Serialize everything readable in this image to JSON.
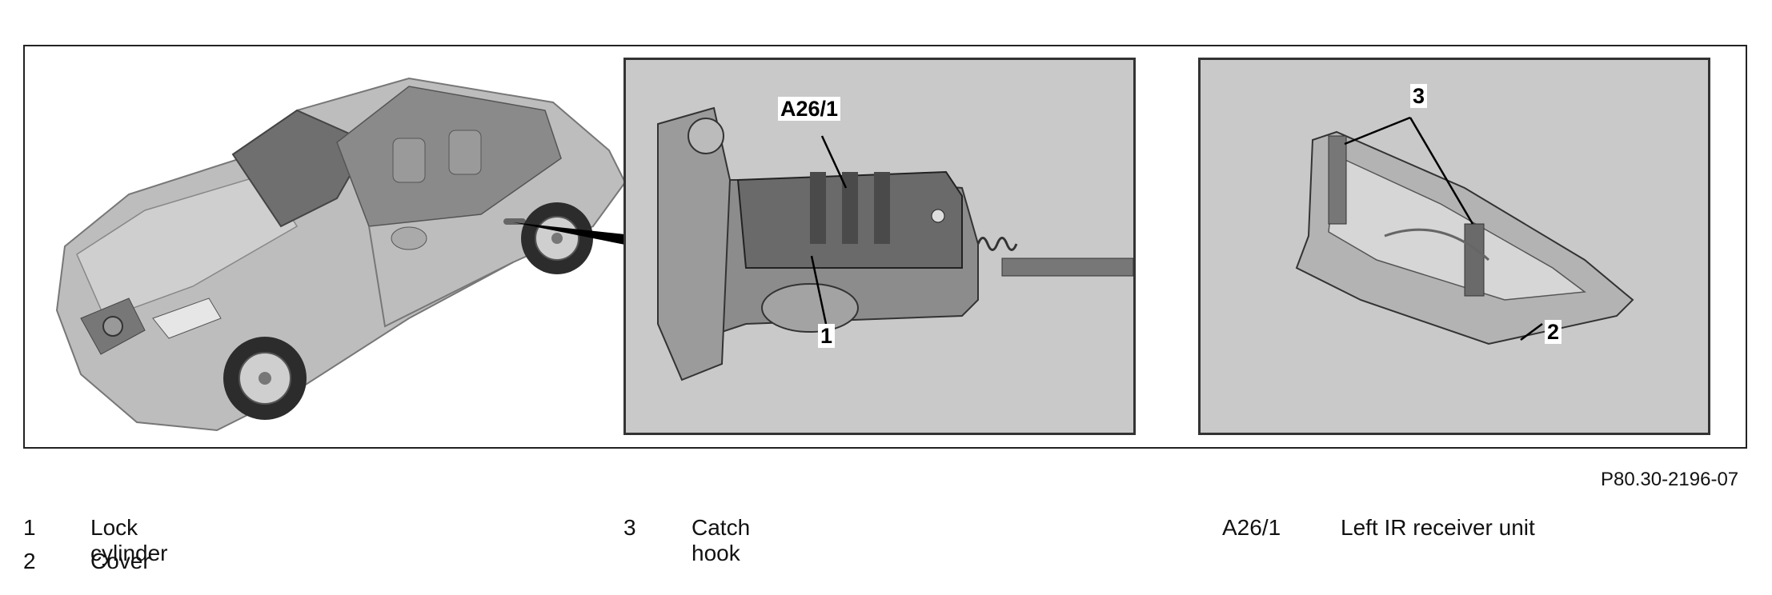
{
  "figure": {
    "reference_code": "P80.30-2196-07",
    "callouts": {
      "a26_1": "A26/1",
      "lock_cylinder": "1",
      "cover": "2",
      "catch_hook": "3"
    }
  },
  "legend": [
    {
      "key": "1",
      "text": "Lock cylinder"
    },
    {
      "key": "2",
      "text": "Cover"
    },
    {
      "key": "3",
      "text": "Catch hook"
    },
    {
      "key": "A26/1",
      "text": "Left IR receiver unit"
    }
  ],
  "colors": {
    "panel_bg": "#c9c9c9",
    "car_body": "#b8b8b8",
    "frame": "#222222"
  }
}
